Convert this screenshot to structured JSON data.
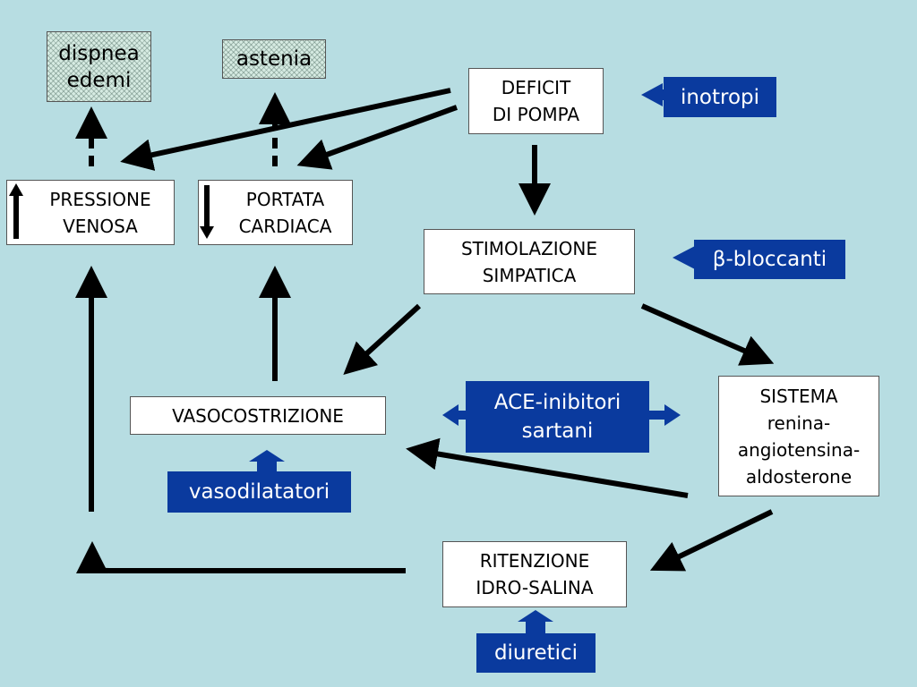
{
  "colors": {
    "background": "#b7dde2",
    "arrow": "#000000",
    "drug_box": "#0a3a9e",
    "drug_text": "#ffffff",
    "node_box": "#ffffff"
  },
  "nodes": {
    "dispnea": "dispnea\nedemi",
    "astenia": "astenia",
    "deficit": "DEFICIT\nDI POMPA",
    "pressione": "PRESSIONE\nVENOSA",
    "portata": "PORTATA\nCARDIACA",
    "stimolazione": "STIMOLAZIONE\nSIMPATICA",
    "vasocostrizione": "VASOCOSTRIZIONE",
    "sistema": "SISTEMA\nrenina-\nangiotensina-\naldosterone",
    "ritenzione": "RITENZIONE\nIDRO-SALINA"
  },
  "drugs": {
    "inotropi": "inotropi",
    "bbloccanti": "β-bloccanti",
    "ace": "ACE-inibitori\nsartani",
    "vasodilatatori": "vasodilatatori",
    "diuretici": "diuretici"
  },
  "indicators": {
    "pressione": "up-arrow-icon",
    "portata": "down-arrow-icon"
  }
}
